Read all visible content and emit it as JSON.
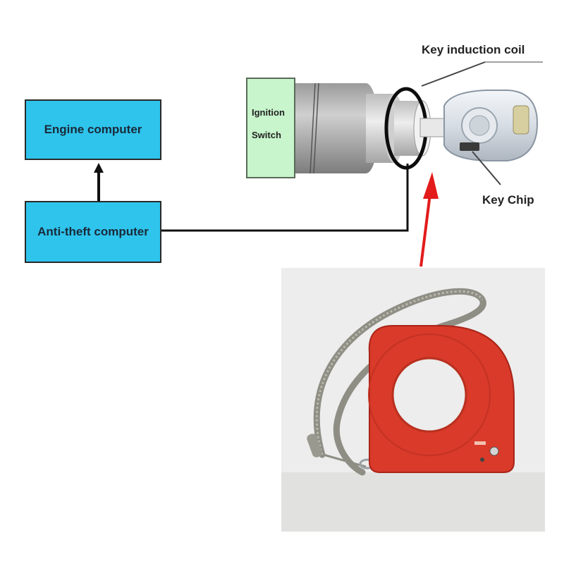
{
  "diagram": {
    "engine_computer": "Engine computer",
    "antitheft_computer": "Anti-theft computer",
    "ignition_line1": "Ignition",
    "ignition_line2": "Switch",
    "key_induction_coil": "Key induction coil",
    "key_chip": "Key Chip"
  },
  "colors": {
    "box_fill": "#2ec4ec",
    "ignition_fill": "#c8f5cc",
    "arrow_red": "#e31b1b",
    "coil_pcb": "#d93a2a"
  }
}
